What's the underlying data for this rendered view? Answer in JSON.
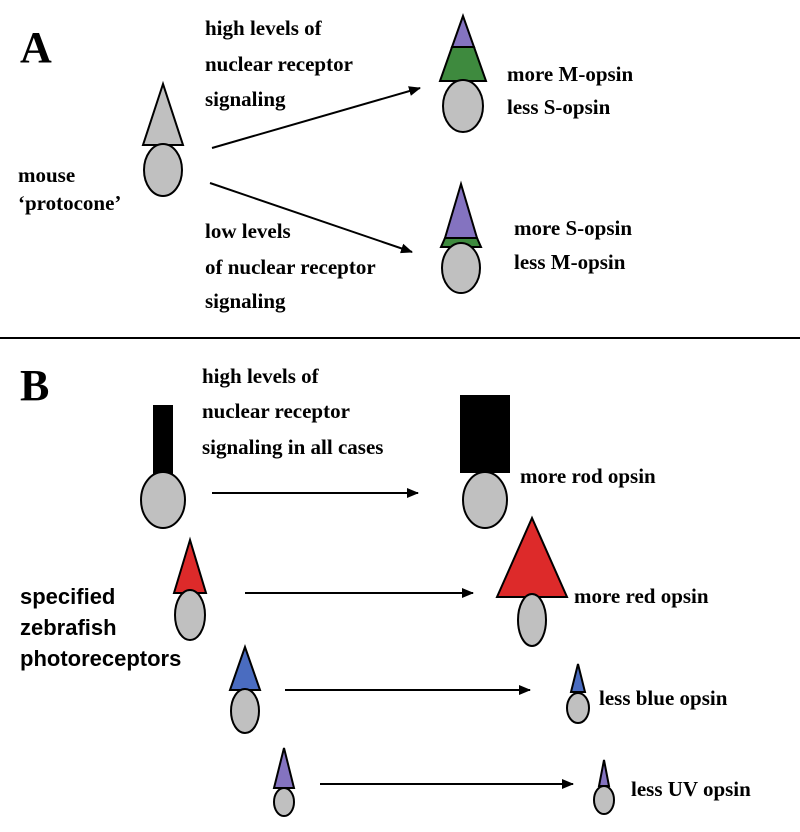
{
  "panel_a": {
    "letter": "A",
    "start_label": [
      "mouse",
      "‘protocone’"
    ],
    "upper_condition": [
      "high levels of",
      "nuclear receptor",
      "signaling"
    ],
    "lower_condition": [
      "low levels",
      "of nuclear receptor",
      "signaling"
    ],
    "upper_result": [
      "more M-opsin",
      "less S-opsin"
    ],
    "lower_result": [
      "more S-opsin",
      "less M-opsin"
    ]
  },
  "panel_b": {
    "letter": "B",
    "condition": [
      "high levels of",
      "nuclear receptor",
      "signaling in all cases"
    ],
    "group_label": [
      "specified",
      "zebrafish",
      "photoreceptors"
    ],
    "results": [
      "more rod opsin",
      "more red opsin",
      "less blue opsin",
      "less UV opsin"
    ]
  },
  "colors": {
    "gray": "#c0c0c0",
    "purple": "#8473c0",
    "green": "#3e8a3e",
    "red": "#dd2a2a",
    "blue": "#4a6cc0",
    "black": "#000000"
  }
}
